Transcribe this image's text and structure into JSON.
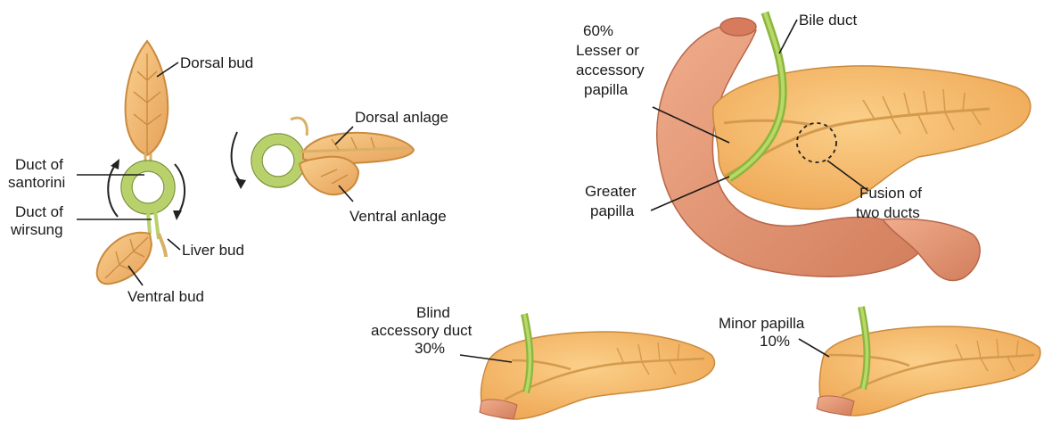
{
  "embryology": {
    "dorsal_bud": "Dorsal bud",
    "duct_of_santorini": [
      "Duct of",
      "santorini"
    ],
    "duct_of_wirsung": [
      "Duct of",
      "wirsung"
    ],
    "liver_bud": "Liver bud",
    "ventral_bud": "Ventral bud",
    "dorsal_anlage": "Dorsal anlage",
    "ventral_anlage": "Ventral anlage"
  },
  "main_pancreas": {
    "percent": "60%",
    "lesser_papilla": [
      "Lesser or",
      "accessory",
      "papilla"
    ],
    "bile_duct": "Bile duct",
    "greater_papilla": [
      "Greater",
      "papilla"
    ],
    "fusion": [
      "Fusion of",
      "two ducts"
    ]
  },
  "variant_blind": {
    "label": [
      "Blind",
      "accessory duct",
      "30%"
    ]
  },
  "variant_minor": {
    "label": [
      "Minor papilla",
      "10%"
    ]
  },
  "colors": {
    "pancreas_fill": "#f5b766",
    "pancreas_stroke": "#c98a3d",
    "duodenum_fill": "#e69a78",
    "duodenum_stroke": "#b8664a",
    "bile_duct": "#9cc24a",
    "duct_line": "#d49a4e"
  }
}
